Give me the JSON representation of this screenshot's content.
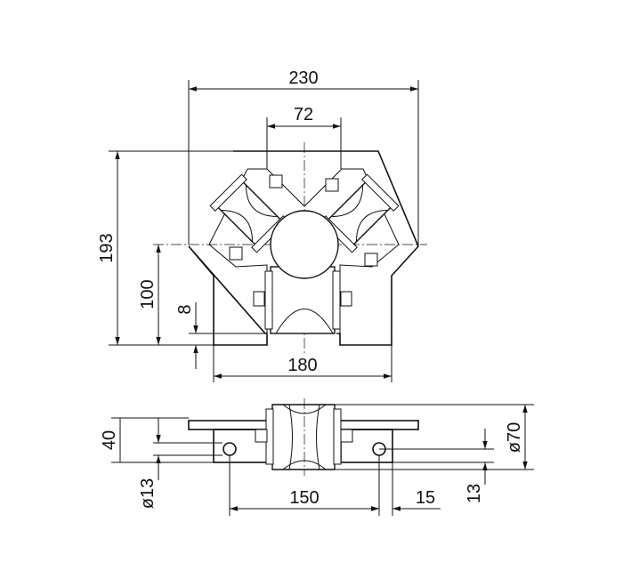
{
  "drawing": {
    "dimensions": {
      "top_width": "230",
      "top_inner": "72",
      "height_total": "193",
      "height_axis": "100",
      "base_thickness": "8",
      "base_width": "180",
      "side_height": "40",
      "hole_diameter": "ø13",
      "hole_spacing": "150",
      "hole_edge": "15",
      "roller_diameter": "ø70",
      "roller_offset": "13"
    }
  }
}
